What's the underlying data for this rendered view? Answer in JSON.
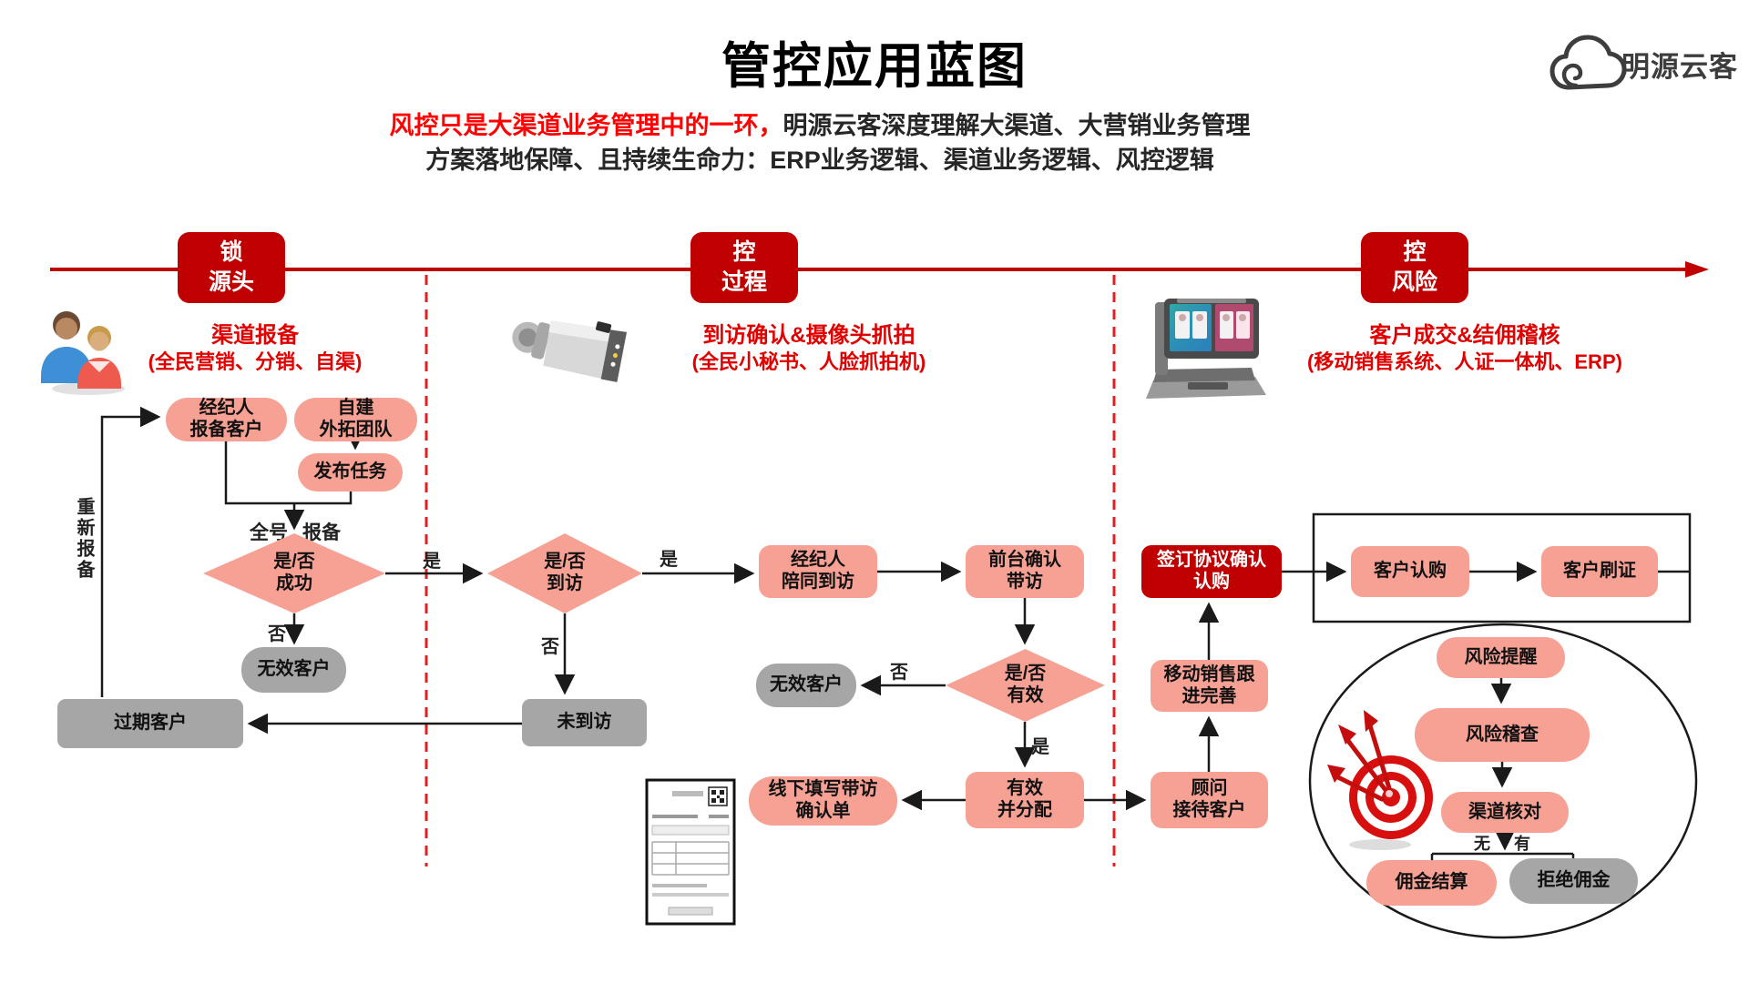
{
  "header": {
    "title": "管控应用蓝图",
    "subtitle_highlight": "风控只是大渠道业务管理中的一环，",
    "subtitle_rest": "明源云客深度理解大渠道、大营销业务管理",
    "subtitle_line2": "方案落地保障、且持续生命力：ERP业务逻辑、渠道业务逻辑、风控逻辑",
    "logo_text": "明源云客"
  },
  "timeline": {
    "badges": [
      {
        "line1": "锁",
        "line2": "源头"
      },
      {
        "line1": "控",
        "line2": "过程"
      },
      {
        "line1": "控",
        "line2": "风险"
      }
    ]
  },
  "sections": [
    {
      "title": "渠道报备",
      "subtitle": "(全民营销、分销、自渠)",
      "icon": "people-icon"
    },
    {
      "title": "到访确认&摄像头抓拍",
      "subtitle": "(全民小秘书、人脸抓拍机)",
      "icon": "cctv-camera-icon"
    },
    {
      "title": "客户成交&结佣稽核",
      "subtitle": "(移动销售系统、人证一体机、ERP)",
      "icon": "pos-terminal-icon"
    }
  ],
  "nodes": {
    "agent_report": "经纪人\n报备客户",
    "self_build_team": "自建\n外拓团队",
    "publish_task": "发布任务",
    "decision_success": "是/否\n成功",
    "invalid_customer_1": "无效客户",
    "expired_customer": "过期客户",
    "decision_visit": "是/否\n到访",
    "not_visited": "未到访",
    "agent_accompany": "经纪人\n陪同到访",
    "front_desk_confirm": "前台确认\n带访",
    "decision_valid": "是/否\n有效",
    "invalid_customer_2": "无效客户",
    "valid_and_assign": "有效\n并分配",
    "offline_form": "线下填写带访\n确认单",
    "advisor_reception": "顾问\n接待客户",
    "mobile_sales_follow": "移动销售跟\n进完善",
    "sign_confirm_subscribe": "签订协议确认\n认购",
    "customer_subscribe": "客户认购",
    "customer_swipe_id": "客户刷证",
    "risk_remind": "风险提醒",
    "risk_audit": "风险稽查",
    "channel_verify": "渠道核对",
    "commission_settle": "佣金结算",
    "refuse_commission": "拒绝佣金"
  },
  "labels": {
    "yes": "是",
    "no": "否",
    "full_number": "全号",
    "report": "报备",
    "re_report": "重新报备",
    "none": "无",
    "have": "有"
  },
  "colors": {
    "accent_red": "#C00000",
    "section_header_red": "#E00000",
    "highlight_red": "#FF0000",
    "node_salmon": "#F6A194",
    "node_gray": "#A6A6A6",
    "text_dark": "#1A1A1A"
  }
}
